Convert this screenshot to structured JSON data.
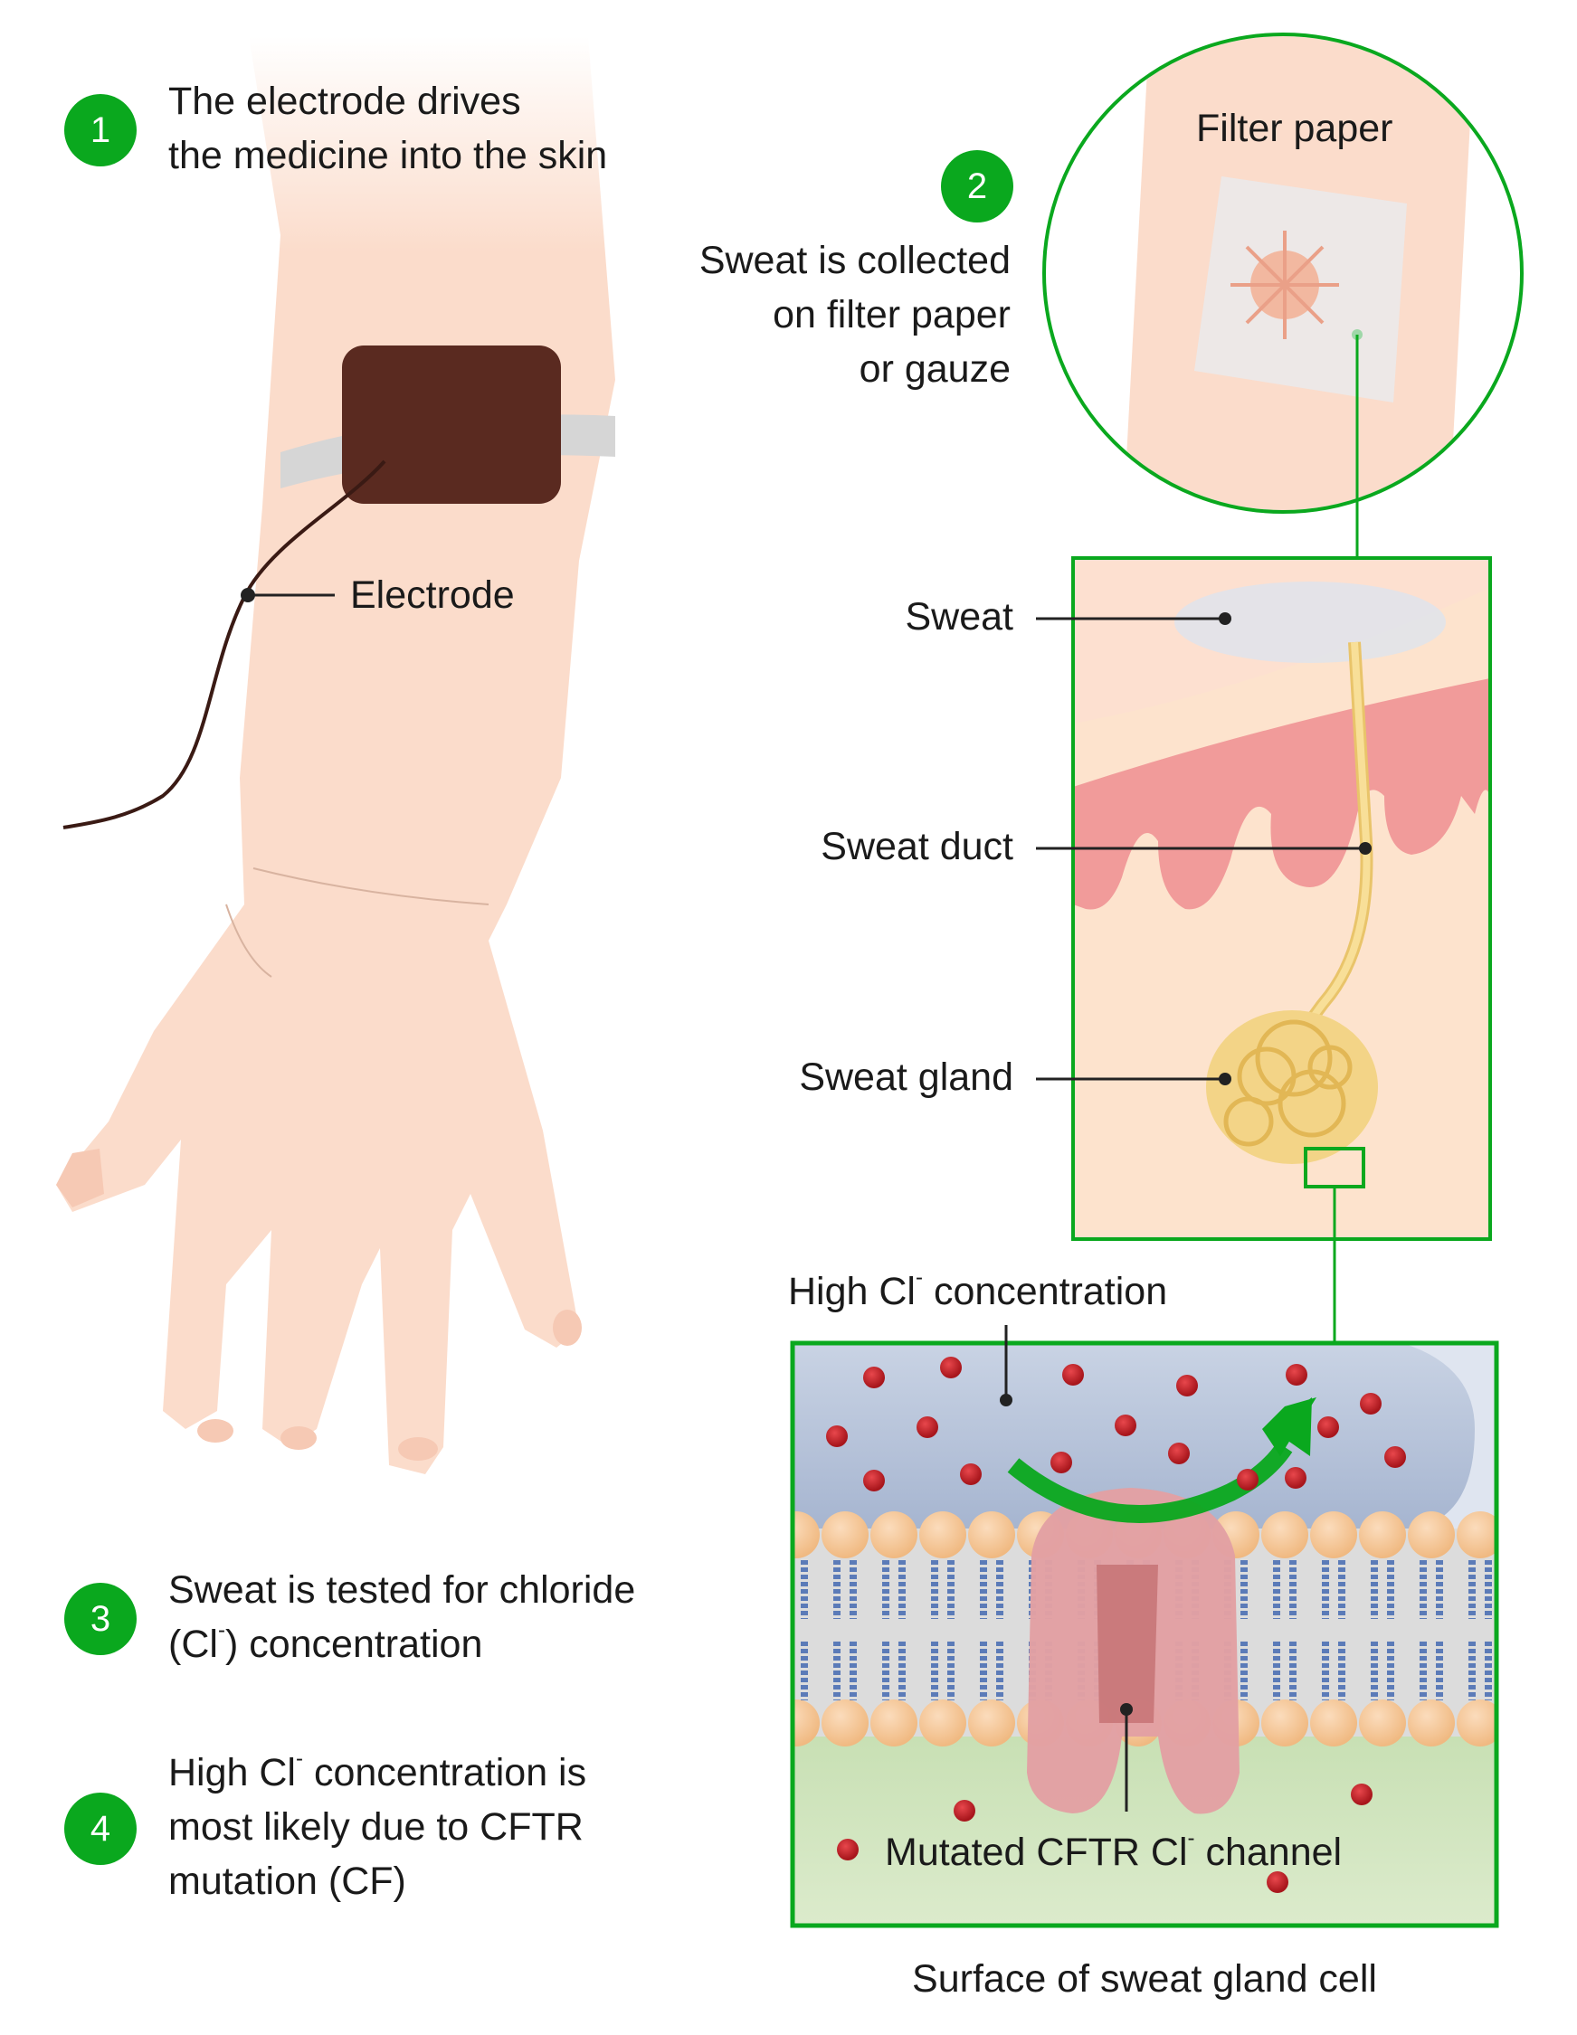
{
  "steps": [
    {
      "number": "1",
      "lines": [
        "The electrode drives",
        "the medicine into the skin"
      ]
    },
    {
      "number": "2",
      "lines": [
        "Sweat is collected",
        "on filter paper",
        "or gauze"
      ]
    },
    {
      "number": "3",
      "lines": [
        "Sweat is tested for chloride",
        "(Cl",
        ") concentration"
      ]
    },
    {
      "number": "4",
      "lines": [
        "High Cl",
        " concentration is",
        "most likely due to CFTR",
        "mutation (CF)"
      ]
    }
  ],
  "labels": {
    "electrode": "Electrode",
    "filter_paper": "Filter paper",
    "sweat": "Sweat",
    "sweat_duct": "Sweat duct",
    "sweat_gland": "Sweat gland",
    "high_cl_a": "High Cl",
    "high_cl_b": " concentration",
    "superscript_minus": "-",
    "cftr_a": "Mutated CFTR Cl",
    "cftr_b": " channel",
    "caption": "Surface of sweat gland cell"
  },
  "colors": {
    "accent": "#0aa81e",
    "skin": "#fbdccb",
    "electrode": "#5a2a20",
    "chloride": "#c0272d"
  }
}
